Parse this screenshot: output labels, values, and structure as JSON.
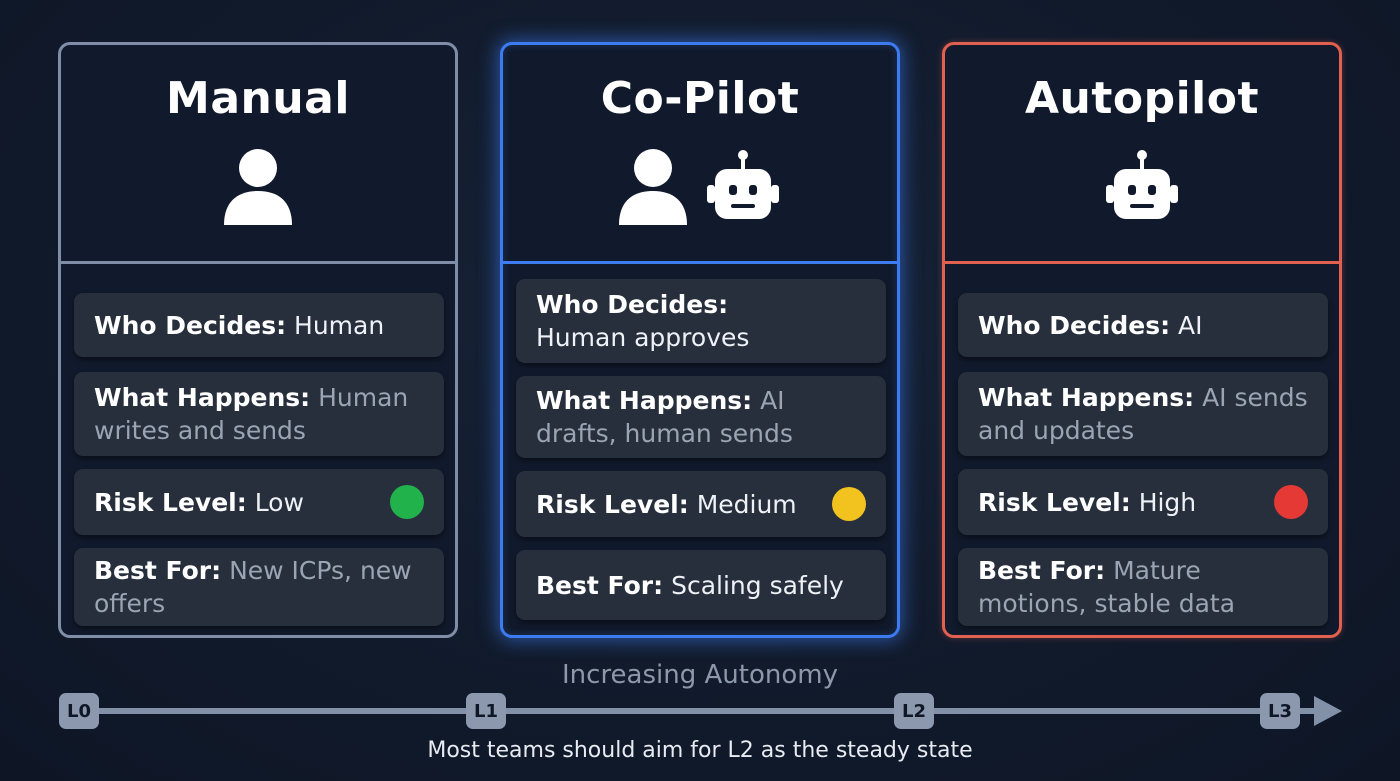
{
  "colors": {
    "manual": "#7f8ea6",
    "copilot": "#3c7cf0",
    "autopilot": "#e2604f",
    "risk_low": "#22b24c",
    "risk_medium": "#f2c21f",
    "risk_high": "#e53935"
  },
  "cards": [
    {
      "title": "Manual",
      "icons": [
        "person-icon"
      ],
      "who_label": "Who Decides:",
      "who_value": "Human",
      "what_label": "What Happens:",
      "what_value": "Human writes and sends",
      "risk_label": "Risk Level:",
      "risk_value": "Low",
      "best_label": "Best For:",
      "best_value": "New ICPs, new offers"
    },
    {
      "title": "Co-Pilot",
      "icons": [
        "person-icon",
        "robot-icon"
      ],
      "who_label": "Who Decides:",
      "who_value": "Human approves",
      "what_label": "What Happens:",
      "what_value": "AI drafts, human sends",
      "risk_label": "Risk Level:",
      "risk_value": "Medium",
      "best_label": "Best For:",
      "best_value": "Scaling safely"
    },
    {
      "title": "Autopilot",
      "icons": [
        "robot-icon"
      ],
      "who_label": "Who Decides:",
      "who_value": "AI",
      "what_label": "What Happens:",
      "what_value": "AI sends and updates",
      "risk_label": "Risk Level:",
      "risk_value": "High",
      "best_label": "Best For:",
      "best_value": "Mature motions, stable data"
    }
  ],
  "axis": {
    "label": "Increasing Autonomy",
    "levels": [
      "L0",
      "L1",
      "L2",
      "L3"
    ]
  },
  "footnote": "Most teams should aim for L2 as the steady state"
}
